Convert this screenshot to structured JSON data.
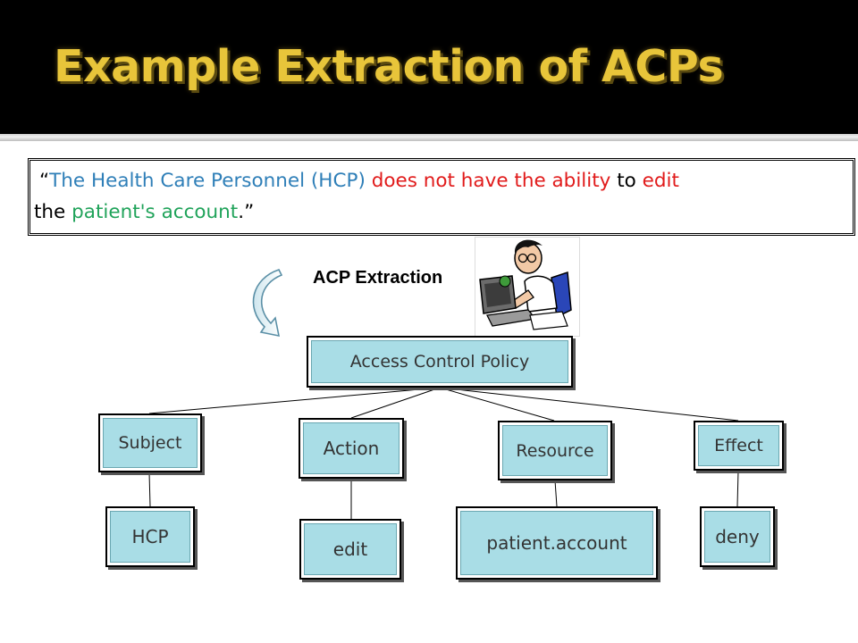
{
  "title": "Example Extraction of ACPs",
  "sentence": {
    "open_quote": "“",
    "subject": "The Health Care Personnel (HCP)",
    "space1": " ",
    "effect": "does not have the ability",
    "to": " to ",
    "action": "edit",
    "the": " the ",
    "resource": "patient's account",
    "close": ".”"
  },
  "extraction_label": "ACP Extraction",
  "tree": {
    "root": "Access Control Policy",
    "categories": {
      "subject": "Subject",
      "action": "Action",
      "resource": "Resource",
      "effect": "Effect"
    },
    "values": {
      "subject": "HCP",
      "action": "edit",
      "resource": "patient.account",
      "effect": "deny"
    }
  },
  "colors": {
    "title": "#e8c53a",
    "subject_text": "#2f7fb8",
    "effect_text": "#e11b1b",
    "action_text": "#e11b1b",
    "resource_text": "#20a35a",
    "node_fill": "#a9dde6"
  },
  "icons": {
    "extraction_arrow": "curved-arrow-icon",
    "clipart": "person-at-computer-illustration"
  }
}
